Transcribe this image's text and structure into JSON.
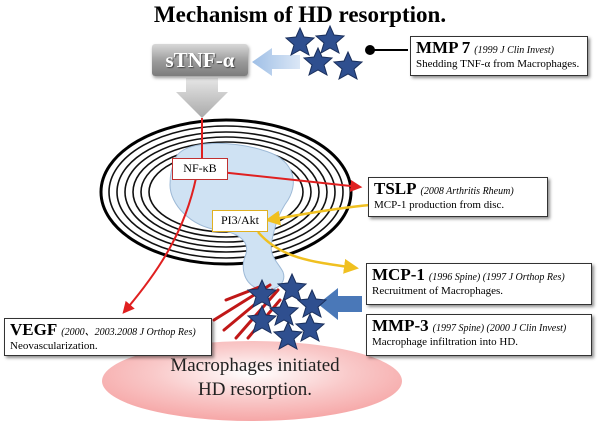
{
  "title": "Mechanism of HD resorption.",
  "stnf": "sTNF-α",
  "nfkb": "NF-κB",
  "pi3": "PI3/Akt",
  "mmp7": {
    "name": "MMP 7",
    "ref": "(1999 J Clin Invest)",
    "desc": "Shedding TNF-α from Macrophages."
  },
  "tslp": {
    "name": "TSLP",
    "ref": "(2008 Arthritis Rheum)",
    "desc": "MCP-1 production from disc."
  },
  "mcp1": {
    "name": "MCP-1",
    "ref": "(1996 Spine) (1997 J Orthop Res)",
    "desc": "Recruitment of Macrophages."
  },
  "vegf": {
    "name": "VEGF",
    "ref": "(2000、2003.2008 J Orthop Res)",
    "desc": "Neovascularization."
  },
  "mmp3": {
    "name": "MMP-3",
    "ref": "(1997 Spine) (2000 J Clin Invest)",
    "desc": "Macrophage infiltration into HD."
  },
  "final": {
    "line1": "Macrophages initiated",
    "line2": "HD resorption."
  },
  "colors": {
    "red": "#e02020",
    "yellow": "#f0c020",
    "blue": "#2f4f8f",
    "nucleus": "#cfe2f3"
  }
}
